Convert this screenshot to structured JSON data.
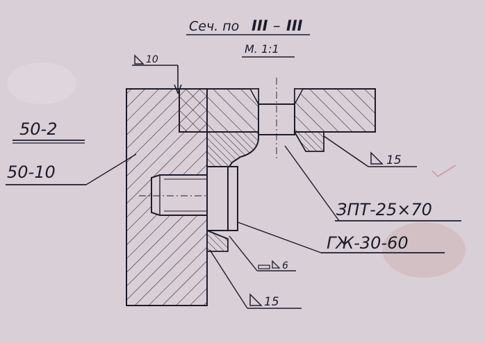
{
  "title": {
    "section_prefix": "Сеч. по",
    "section_id_left": "III",
    "section_dash": "–",
    "section_id_right": "III",
    "scale": "М. 1:1"
  },
  "annotations": {
    "weld_top": "10",
    "weld_right": "15",
    "weld_bottom": "15",
    "weld_small": "6",
    "material_top": "50-2",
    "material_bottom": "50-10",
    "spec_1": "ЗПТ-25×70",
    "spec_2": "ГЖ-30-60"
  },
  "colors": {
    "paper": "#d9cfd6",
    "ink": "#1c1c2a",
    "stain": "#c9a3a3"
  }
}
